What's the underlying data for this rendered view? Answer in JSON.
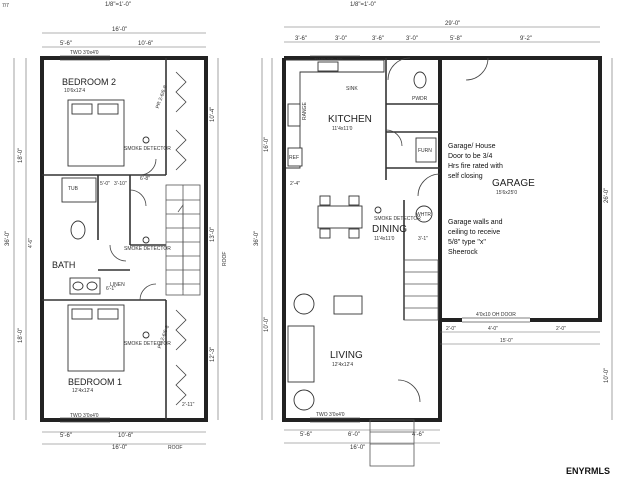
{
  "header": {
    "left_scale": "1/8\"=1'-0\"",
    "right_scale": "1/8\"=1'-0\"",
    "corner_mark": "7/7"
  },
  "second_floor": {
    "top_overall": "16'-0\"",
    "top_left": "5'-6\"",
    "top_right": "10'-6\"",
    "left_overall": "36'-0\"",
    "left_upper": "18'-0\"",
    "left_lower": "18'-0\"",
    "right_d1": "10'-4\"",
    "right_d2": "13'-0\"",
    "right_d3": "12'-3\"",
    "bath_dim": "4'-6\"",
    "roof_side": "ROOF",
    "bedroom2": {
      "name": "BEDROOM 2",
      "size": "10'6x12'4"
    },
    "bedroom1": {
      "name": "BEDROOM 1",
      "size": "12'4x12'4"
    },
    "bath": "BATH",
    "tub": "TUB",
    "linen": "LINEN",
    "closet_dims": [
      "5'-0\"",
      "3'-10\"",
      "6'-8\"",
      "6'-1\"",
      "2'-11\""
    ],
    "window_top": "TWO 3'0x4'0",
    "window_bottom": "TWO 3'0x4'0",
    "smoke": "SMOKE DETECTOR",
    "bottom_left": "5'-6\"",
    "bottom_right": "10'-6\"",
    "bottom_overall": "16'-0\"",
    "roof_bottom": "ROOF",
    "closet_label": "PR 2-6/6-8"
  },
  "first_floor": {
    "top_overall": "29'-0\"",
    "top_segments": [
      "3'-6\"",
      "3'-0\"",
      "3'-6\"",
      "3'-0\"",
      "5'-8\"",
      "9'-2\""
    ],
    "left_overall": "36'-0\"",
    "left_d1": "16'-0\"",
    "left_d2": "10'-0\"",
    "right_overall": "26'-0\"",
    "right_lower": "10'-0\"",
    "kitchen": {
      "name": "KITCHEN",
      "size": "11'4x11'0"
    },
    "dining": {
      "name": "DINING",
      "size": "11'4x11'0"
    },
    "living": {
      "name": "LIVING",
      "size": "12'4x12'4"
    },
    "garage": {
      "name": "GARAGE",
      "size": "15'6x25'0"
    },
    "sink": "SINK",
    "range": "RANGE",
    "refrig": "REF",
    "pwdr": "PWDR",
    "furn": "FURN",
    "whtr": "WHTR",
    "dim_2_4": "2'-4\"",
    "dim_3_1": "3'-1\"",
    "window_kitchen": "TWO 3'0x4'0",
    "window_living": "TWO 3'0x4'0",
    "garage_door": "4'0x10 OH DOOR",
    "garage_dims": [
      "2'-0\"",
      "4'-0\"",
      "2'-0\"",
      "15'-0\""
    ],
    "bottom_segments": [
      "5'-6\"",
      "6'-0\"",
      "4'-6\""
    ],
    "bottom_overall": "16'-0\"",
    "smoke": "SMOKE DETECTOR"
  },
  "notes": {
    "fire_door": [
      "Garage/ House",
      "Door to be 3/4",
      "Hrs fire rated with",
      "self closing"
    ],
    "walls": [
      "Garage walls and",
      "ceiling to receive",
      "5/8\" type \"x\"",
      "Sheerock"
    ]
  },
  "watermark": "ENYRMLS"
}
